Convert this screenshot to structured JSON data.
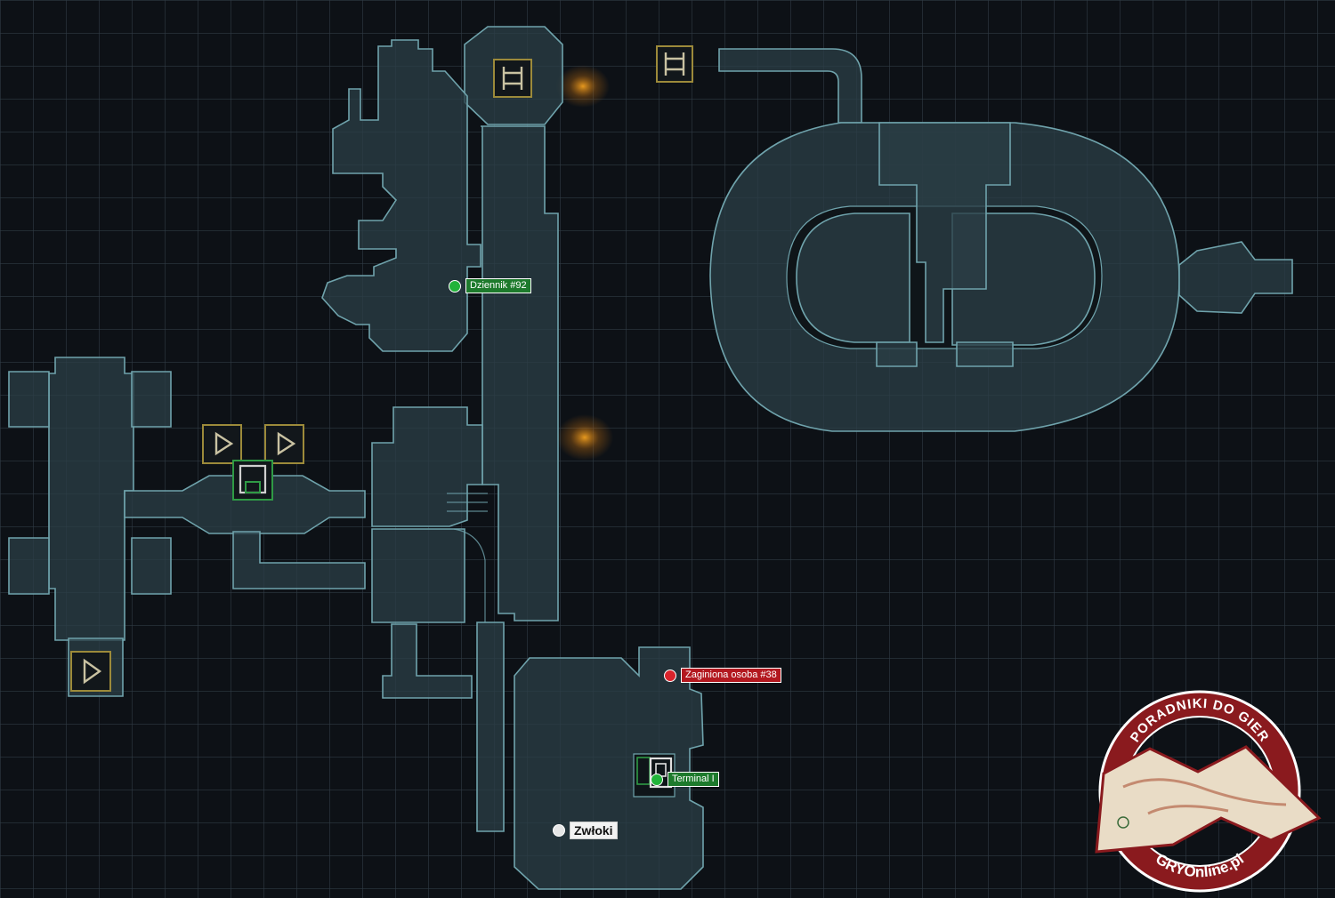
{
  "map": {
    "markers": [
      {
        "id": "log-92",
        "label": "Dziennik #92",
        "kind": "green"
      },
      {
        "id": "missing-38",
        "label": "Zaginiona osoba #38",
        "kind": "red"
      },
      {
        "id": "terminal-i",
        "label": "Terminal I",
        "kind": "green"
      },
      {
        "id": "corpse",
        "label": "Zwłoki",
        "kind": "white"
      }
    ],
    "colors": {
      "green": "#22b33a",
      "red": "#d9232b",
      "white": "#e6e6e6",
      "green_label_bg": "#1d7a2c",
      "red_label_bg": "#b3181f",
      "white_label_bg": "#f2f2f2"
    },
    "icons": [
      "ladder-icon",
      "ladder-icon",
      "play-arrow-icon",
      "play-arrow-icon",
      "play-arrow-icon",
      "floppy-save-icon",
      "terminal-icon"
    ]
  },
  "watermark": {
    "arc_text_top": "PORADNIKI DO GIER",
    "arc_text_bottom": "GRYOnline.pl",
    "colors": {
      "ring": "#8a1a1e",
      "paper": "#e9dcc6"
    }
  }
}
